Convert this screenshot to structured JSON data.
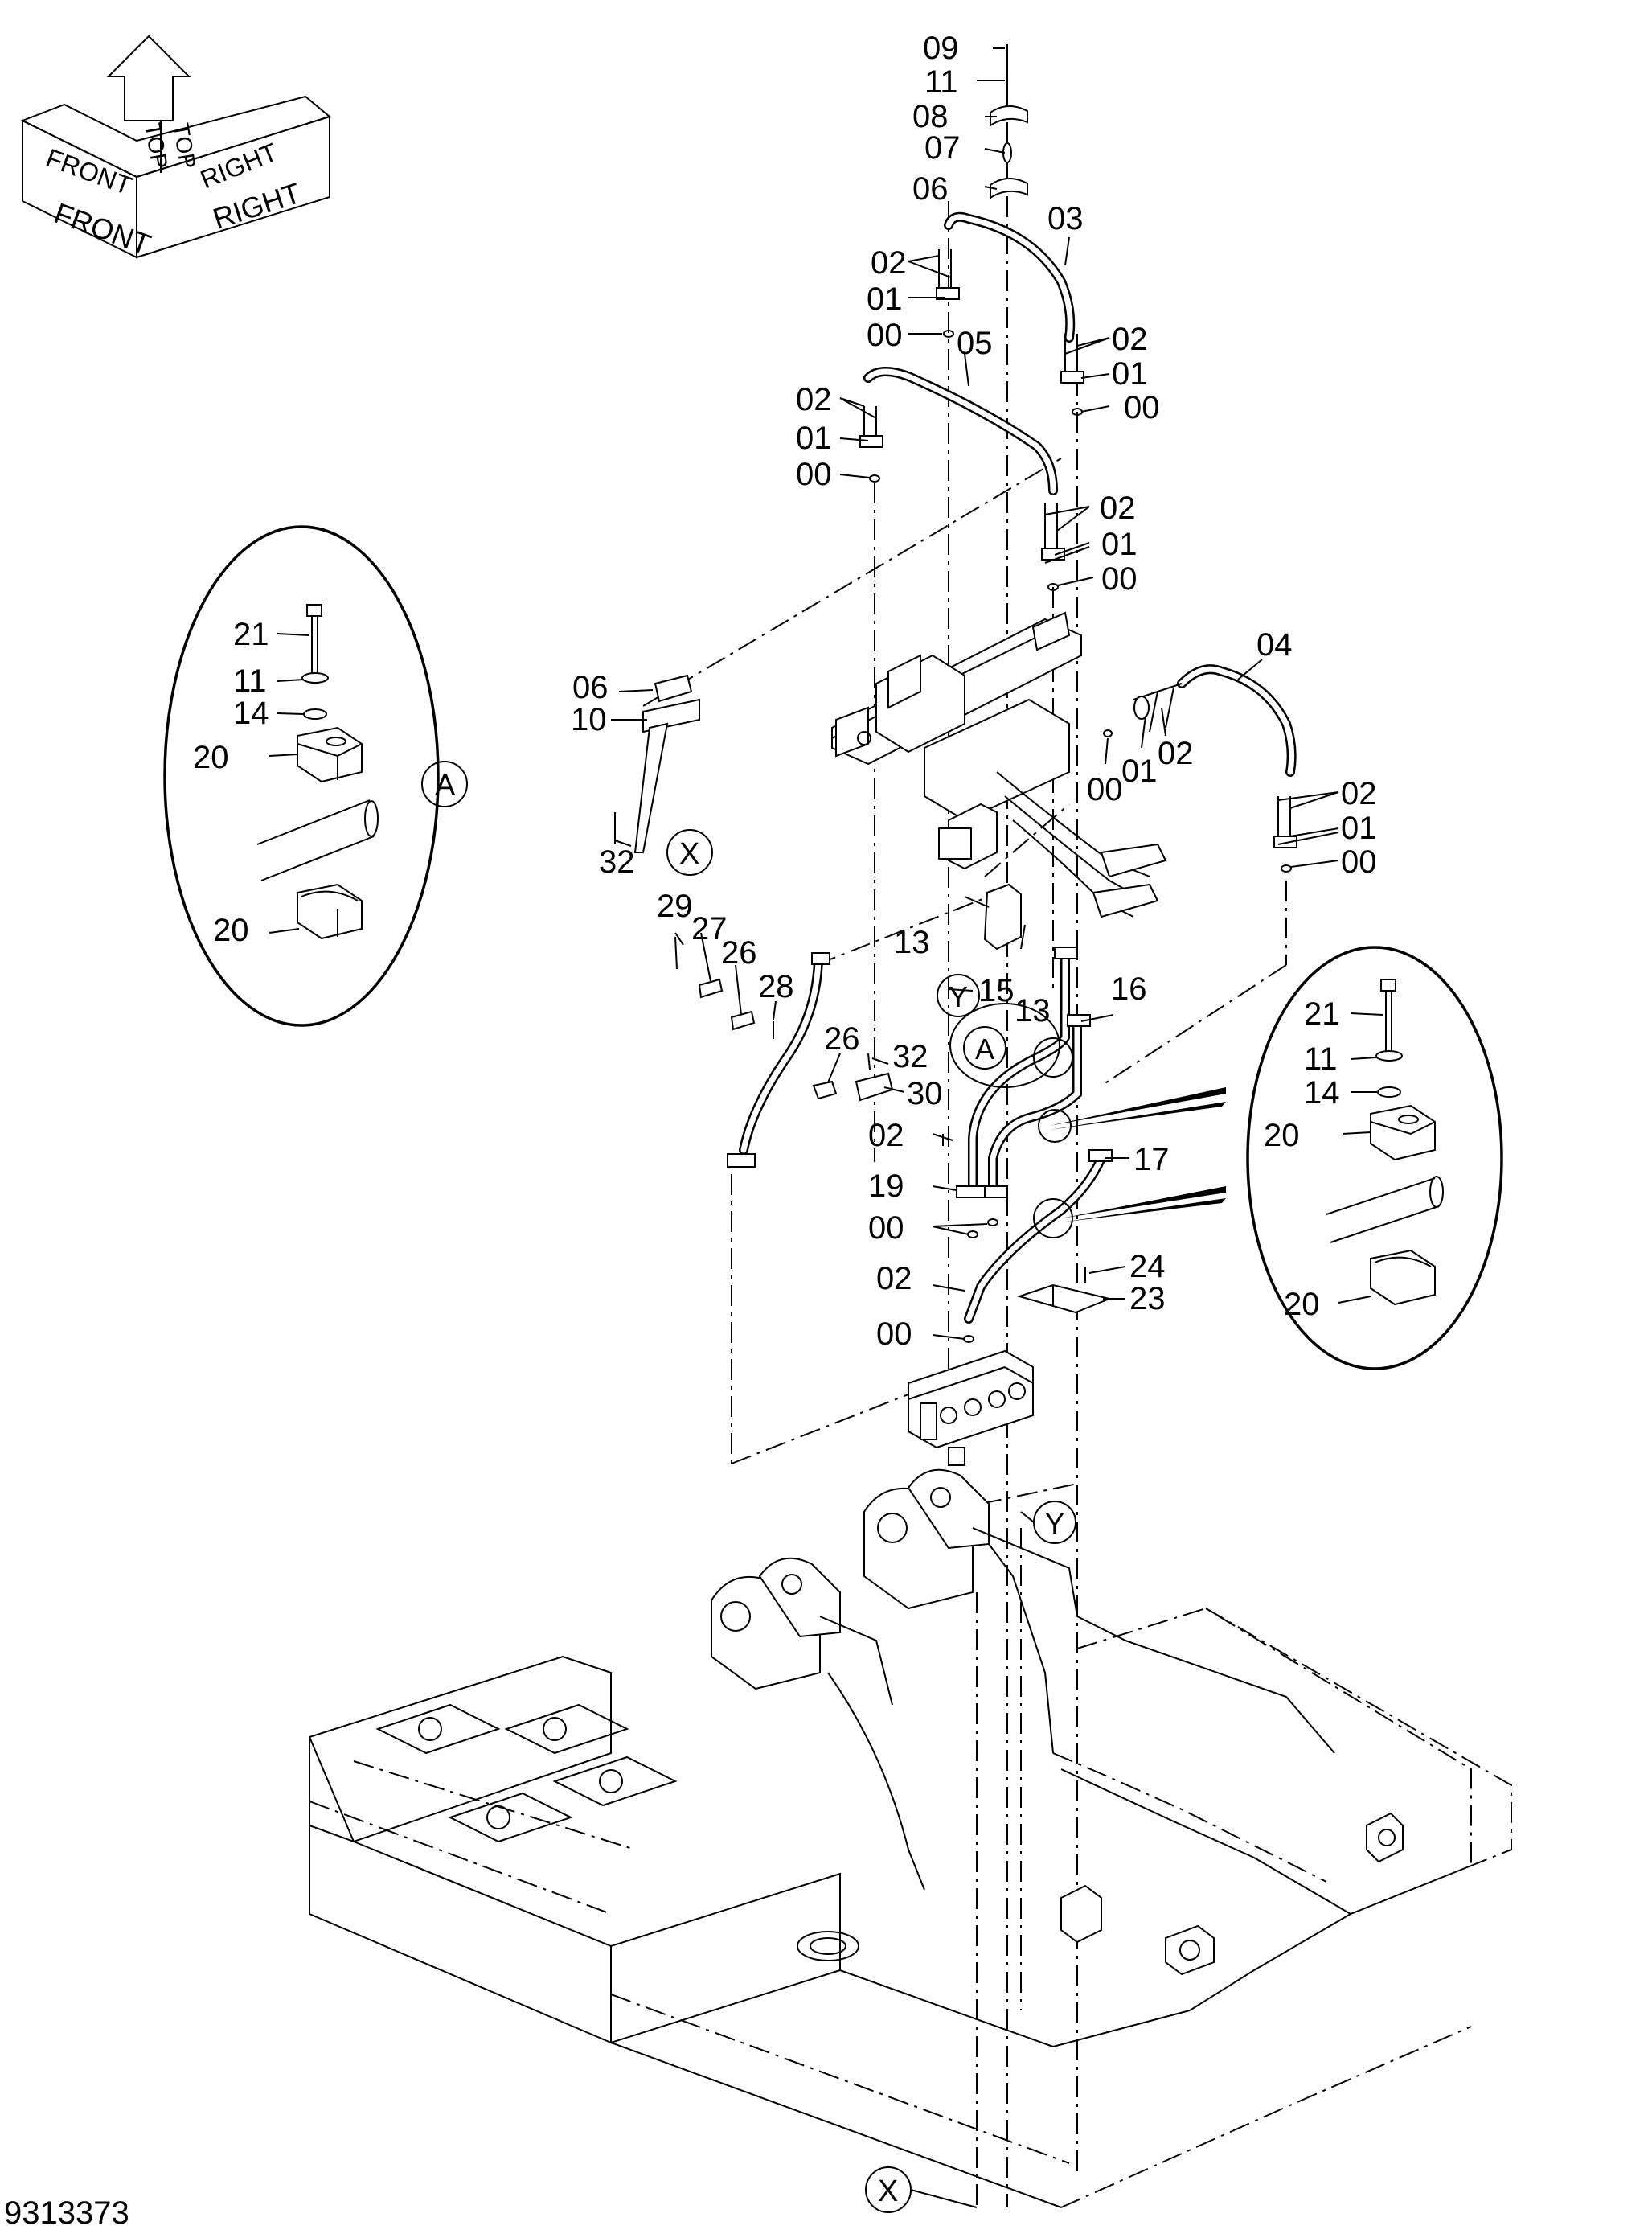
{
  "labels": {
    "l09": "09",
    "l11_top": "11",
    "l08": "08",
    "l07": "07",
    "l06_top": "06",
    "l03": "03",
    "l02_a": "02",
    "l01_a": "01",
    "l00_a": "00",
    "l05": "05",
    "l02_b": "02",
    "l01_b": "01",
    "l00_b": "00",
    "l02_c": "02",
    "l01_c": "01",
    "l00_c": "00",
    "l02_d": "02",
    "l01_d": "01",
    "l00_d": "00",
    "l04": "04",
    "l00_e": "00",
    "l01_e": "01",
    "l02_e": "02",
    "l02_f": "02",
    "l01_f": "01",
    "l00_f": "00",
    "l06_mid": "06",
    "l10": "10",
    "l32_a": "32",
    "l13_a": "13",
    "l15": "15",
    "l13_b": "13",
    "l16": "16",
    "l29": "29",
    "l27": "27",
    "l26_a": "26",
    "l28": "28",
    "l26_b": "26",
    "l32_b": "32",
    "l30": "30",
    "l02_g": "02",
    "l19": "19",
    "l00_g": "00",
    "l17": "17",
    "l02_h": "02",
    "l24": "24",
    "l23": "23",
    "l00_h": "00",
    "detA_21": "21",
    "detA_11": "11",
    "detA_14": "14",
    "detA_20a": "20",
    "detA_20b": "20",
    "detR_21": "21",
    "detR_11": "11",
    "detR_14": "14",
    "detR_20a": "20",
    "detR_20b": "20"
  },
  "callouts": {
    "A_detail": "A",
    "A_main": "A",
    "X_top": "X",
    "X_bottom": "X",
    "Y_left": "Y",
    "Y_right": "Y"
  },
  "orientation": {
    "top": "TOP",
    "front": "FRONT",
    "right": "RIGHT",
    "top_mirror": "TOP",
    "front_mirror": "FRONT",
    "right_mirror": "RIGHT"
  },
  "drawing_number": "9313373"
}
